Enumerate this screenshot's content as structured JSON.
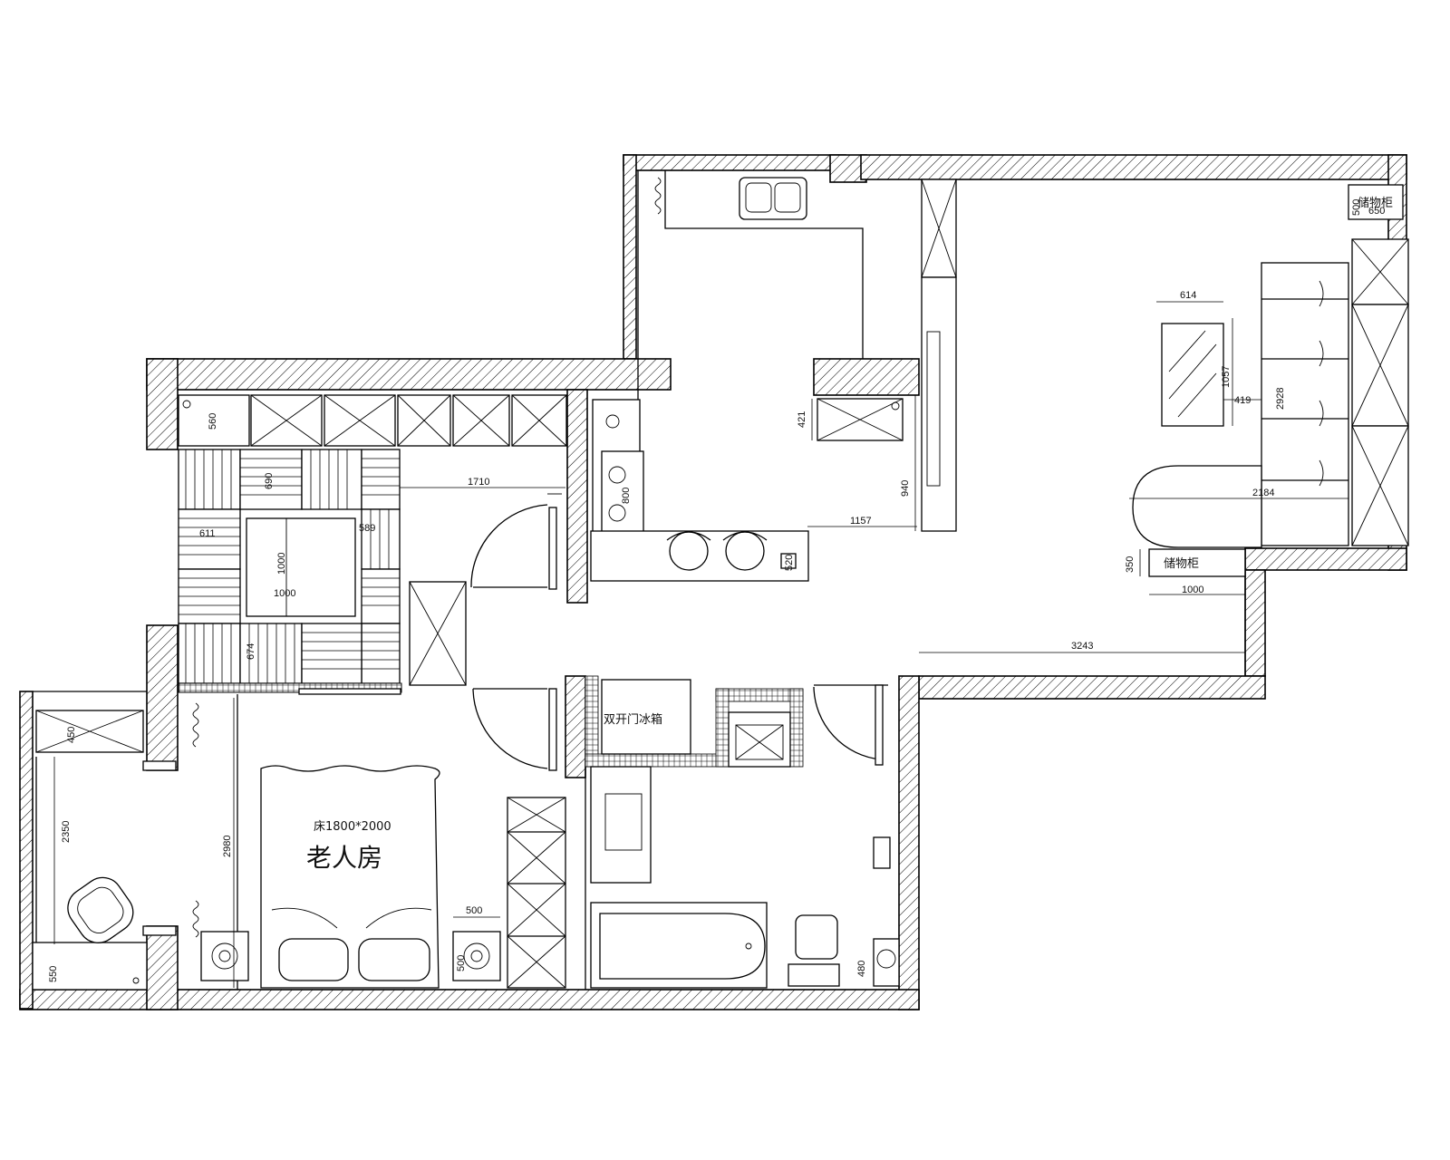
{
  "rooms": {
    "old_bedroom": "老人房",
    "bed_label": "床1800*2000",
    "fridge_label": "双开门冰箱",
    "cabinet_label": "储物柜"
  },
  "dimensions": {
    "d1710": "1710",
    "d1157": "1157",
    "d940": "940",
    "d421": "421",
    "d520": "520",
    "d800": "800",
    "d560": "560",
    "d690": "690",
    "d611": "611",
    "d589": "589",
    "d1000v": "1000",
    "d1000h": "1000",
    "d674": "674",
    "d614": "614",
    "d1057": "1057",
    "d419": "419",
    "d2928": "2928",
    "d2184": "2184",
    "d350": "350",
    "d1000b": "1000",
    "d3243": "3243",
    "d500top": "500",
    "d650": "650",
    "d450": "450",
    "d2350": "2350",
    "d550": "550",
    "d2980": "2980",
    "d500a": "500",
    "d500b": "500",
    "d480": "480"
  }
}
